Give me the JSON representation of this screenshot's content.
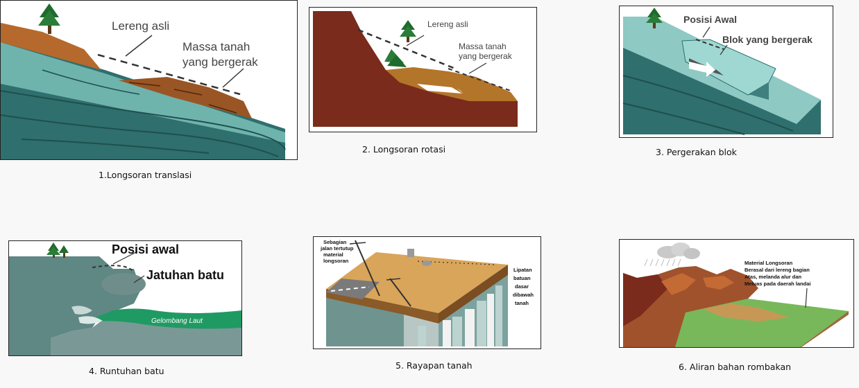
{
  "panels": [
    {
      "caption": "1.Longsoran translasi",
      "labels": [
        "Lereng asli",
        "Massa tanah",
        "yang bergerak"
      ]
    },
    {
      "caption": "2. Longsoran rotasi",
      "labels": [
        "Lereng asli",
        "Massa tanah",
        "yang bergerak"
      ]
    },
    {
      "caption": "3. Pergerakan blok",
      "labels": [
        "Posisi Awal",
        "Blok yang bergerak"
      ]
    },
    {
      "caption": "4. Runtuhan batu",
      "labels": [
        "Posisi awal",
        "Jatuhan batu",
        "Gelombang Laut"
      ]
    },
    {
      "caption": "5. Rayapan tanah",
      "labels": [
        "Sebagian",
        "jalan tertutup",
        "material",
        "longsoran",
        "Lipatan",
        "batuan",
        "dasar",
        "dibawah",
        "tanah"
      ]
    },
    {
      "caption": "6. Aliran bahan rombakan",
      "labels": [
        "Material Longsoran",
        "Berasal dari lereng bagian",
        "Atas, melanda alur dan",
        "Meluas pada daerah landai"
      ]
    }
  ],
  "colors": {
    "rock_teal": "#4f8f8c",
    "soil_brown": "#8a4e1f",
    "dark_red_soil": "#7a2b1b",
    "sea_green": "#1f9a63",
    "tree_green": "#1f6b2d"
  }
}
